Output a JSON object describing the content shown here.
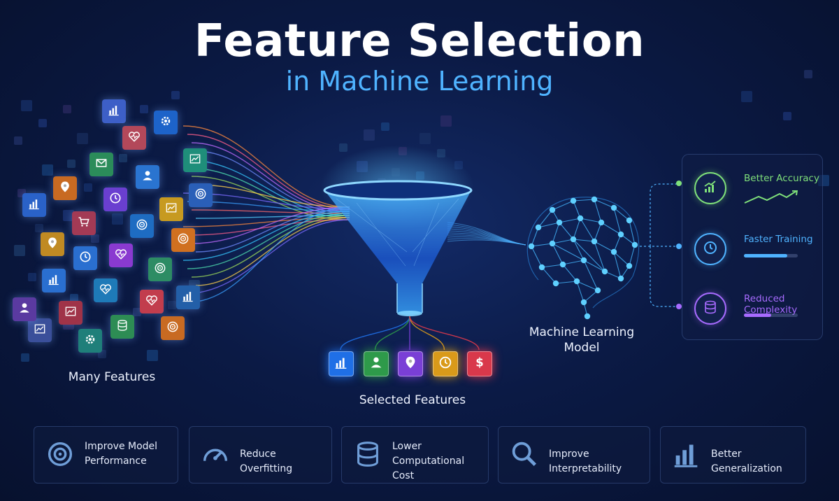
{
  "header": {
    "title": "Feature Selection",
    "subtitle": "in Machine Learning"
  },
  "labels": {
    "many_features": "Many Features",
    "selected_features": "Selected Features",
    "model": "Machine Learning Model"
  },
  "selected_features": [
    {
      "icon": "bar-chart-icon",
      "color": "#1f6fe6"
    },
    {
      "icon": "user-icon",
      "color": "#2e9a4a"
    },
    {
      "icon": "location-pin-icon",
      "color": "#7a3fd6"
    },
    {
      "icon": "clock-icon",
      "color": "#d99a1a"
    },
    {
      "icon": "dollar-icon",
      "color": "#d9384b"
    }
  ],
  "benefits": [
    {
      "label": "Better Accuracy",
      "icon": "trend-up-icon",
      "color": "#7fe07a",
      "indicator": "trend-line"
    },
    {
      "label": "Faster Training",
      "icon": "clock-icon",
      "color": "#4fb3ff",
      "progress": 0.8
    },
    {
      "label": "Reduced Complexity",
      "icon": "database-icon",
      "color": "#a76bff",
      "progress": 0.5
    }
  ],
  "cards": [
    {
      "text": "Improve Model\nPerformance",
      "icon": "target-icon"
    },
    {
      "text": "Reduce Overfitting",
      "icon": "speedometer-icon"
    },
    {
      "text": "Lower Computational\nCost",
      "icon": "database-icon"
    },
    {
      "text": "Improve Interpretability",
      "icon": "magnifier-icon"
    },
    {
      "text": "Better Generalization",
      "icon": "bar-chart-icon"
    }
  ],
  "colors": {
    "accent_blue": "#4fb3ff",
    "accent_green": "#7fe07a",
    "accent_purple": "#a76bff",
    "background": "#0b1a45"
  }
}
